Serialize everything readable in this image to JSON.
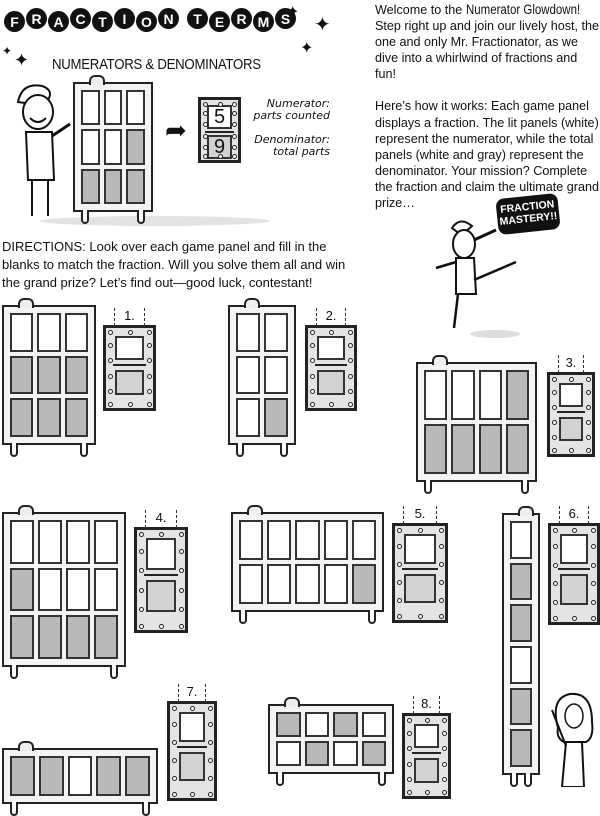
{
  "header": {
    "title_letters": [
      "F",
      "R",
      "A",
      "C",
      "T",
      "I",
      "O",
      "N",
      " ",
      "T",
      "E",
      "R",
      "M",
      "S"
    ],
    "title": "FRACTION TERMS",
    "subtitle": "NUMERATORS & DENOMINATORS"
  },
  "example": {
    "panels": [
      [
        "W",
        "W",
        "W"
      ],
      [
        "W",
        "W",
        "G"
      ],
      [
        "G",
        "G",
        "G"
      ]
    ],
    "numerator": "5",
    "denominator": "9",
    "numerator_note_1": "Numerator:",
    "numerator_note_2": "parts counted",
    "denominator_note_1": "Denominator:",
    "denominator_note_2": "total parts"
  },
  "intro": {
    "p1_prefix": "Welcome to the ",
    "p1_name": "Numerator Glowdown!",
    "p1_rest": " Step right up and join our lively host, the one and only Mr. Fractionator, as we dive into a whirlwind of fractions and fun!",
    "p2": "Here’s how it works: Each game panel displays a fraction. The lit panels (white) represent the numerator, while the total panels (white and gray) represent the denominator. Your mission? Complete the fraction and claim the ultimate grand prize…"
  },
  "speech_bubble": "FRACTION MASTERY!!",
  "directions": {
    "label": "Directions:",
    "text": " Look over each game panel and fill in the blanks to match the fraction. Will you solve them all and win the grand prize? Let’s find out—good luck, contestant!"
  },
  "problems": [
    {
      "label": "1.",
      "panels": [
        [
          "W",
          "W",
          "W"
        ],
        [
          "G",
          "G",
          "G"
        ],
        [
          "G",
          "G",
          "G"
        ]
      ]
    },
    {
      "label": "2.",
      "panels": [
        [
          "W",
          "W"
        ],
        [
          "W",
          "W"
        ],
        [
          "W",
          "G"
        ]
      ]
    },
    {
      "label": "3.",
      "panels": [
        [
          "W",
          "W",
          "W",
          "G"
        ],
        [
          "G",
          "G",
          "G",
          "G"
        ]
      ]
    },
    {
      "label": "4.",
      "panels": [
        [
          "W",
          "W",
          "W",
          "W"
        ],
        [
          "G",
          "W",
          "W",
          "W"
        ],
        [
          "G",
          "G",
          "G",
          "G"
        ]
      ]
    },
    {
      "label": "5.",
      "panels": [
        [
          "W",
          "W",
          "W",
          "W",
          "W"
        ],
        [
          "W",
          "W",
          "W",
          "W",
          "G"
        ]
      ]
    },
    {
      "label": "6.",
      "panels": [
        [
          "W"
        ],
        [
          "G"
        ],
        [
          "G"
        ],
        [
          "W"
        ],
        [
          "G"
        ],
        [
          "G"
        ]
      ]
    },
    {
      "label": "7.",
      "panels": [
        [
          "G",
          "G",
          "W",
          "G",
          "G"
        ]
      ]
    },
    {
      "label": "8.",
      "panels": [
        [
          "G",
          "W",
          "G",
          "W"
        ],
        [
          "W",
          "G",
          "W",
          "G"
        ]
      ]
    }
  ],
  "colors": {
    "lit": "#ffffff",
    "unlit": "#b9b9b9",
    "ink": "#111111"
  }
}
